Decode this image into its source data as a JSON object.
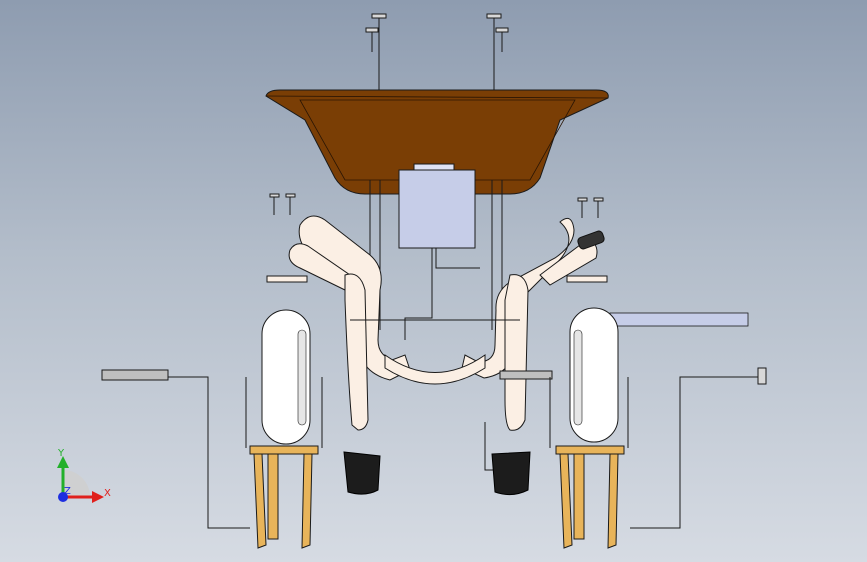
{
  "viewport": {
    "background_top": "#8e9cb0",
    "background_bottom": "#d6dbe3"
  },
  "model": {
    "tray_color": "#7a3e05",
    "frame_color": "#fbefe4",
    "wheel_color": "#ffffff",
    "leg_color": "#e8b45a",
    "handle_color": "#c6cde8",
    "grip_color": "#1c1c1c",
    "edge_color": "#1a1a1a"
  },
  "triad": {
    "y_label": "Y",
    "x_label": "X",
    "z_label": "Z",
    "x_color": "#e0201c",
    "y_color": "#22b02a",
    "z_color": "#1d2ee0"
  }
}
